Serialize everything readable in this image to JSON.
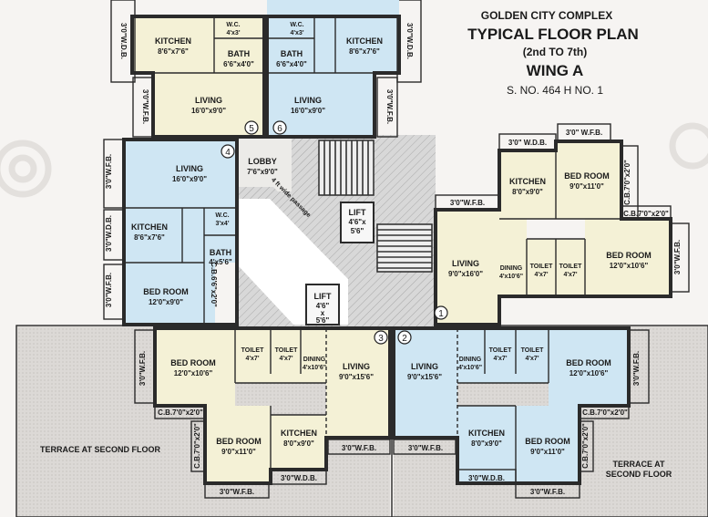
{
  "header": {
    "complex": "GOLDEN CITY COMPLEX",
    "title": "TYPICAL FLOOR PLAN",
    "floors": "(2nd TO 7th)",
    "wing": "WING A",
    "survey": "S. NO. 464 H NO. 1"
  },
  "colors": {
    "cream": "#f4f1d6",
    "blue": "#cfe6f3",
    "wall": "#2b2b2b",
    "terrace": "#d9d6d3"
  },
  "units": [
    "1",
    "2",
    "3",
    "4",
    "5",
    "6"
  ],
  "labels": {
    "lobby": "LOBBY",
    "lobby_dim": "7'6\"x9'0\"",
    "lift": "LIFT",
    "lift1_dim1": "4'6\"x",
    "lift1_dim2": "5'6\"",
    "lift2_dim1": "4'6\"",
    "lift2_dim2": "x",
    "lift2_dim3": "5'6\"",
    "passage": "4 ft wide passage",
    "terrace_left": "TERRACE AT SECOND FLOOR",
    "terrace_right_1": "TERRACE AT",
    "terrace_right_2": "SECOND FLOOR"
  },
  "room_names": {
    "kitchen": "KITCHEN",
    "living": "LIVING",
    "bed_room": "BED ROOM",
    "bath": "BATH",
    "wc": "W.C.",
    "toilet": "TOILET",
    "dining": "DINING"
  },
  "dims": {
    "kitchen_867": "8'6\"x7'6\"",
    "bath_664": "6'6\"x4'0\"",
    "wc_43": "4'x3'",
    "wc_34": "3'x4'",
    "living_169": "16'0\"x9'0\"",
    "bath_456": "4'x5'6\"",
    "bed_129": "12'0\"x9'0\"",
    "kitchen_89": "8'0\"x9'0\"",
    "bed_911": "9'0\"x11'0\"",
    "living_916": "9'0\"x16'0\"",
    "dining_4106": "4'x10'6\"",
    "toilet_47": "4'x7'",
    "bed_12106": "12'0\"x10'6\"",
    "living_9156": "9'0\"x15'6\""
  },
  "fixtures": {
    "wdb": "3'0\"W.D.B.",
    "wdb2": "3'0\" W.D.B.",
    "wfb": "3'0\"W.F.B.",
    "wfb2": "3'0\" W.F.B.",
    "cb_72": "C.B.7'0\"x2'0\"",
    "cb_72v": "C.B.7'0\"x2'0\"",
    "cb_662": "C.B.6'6\"x2'0\""
  }
}
